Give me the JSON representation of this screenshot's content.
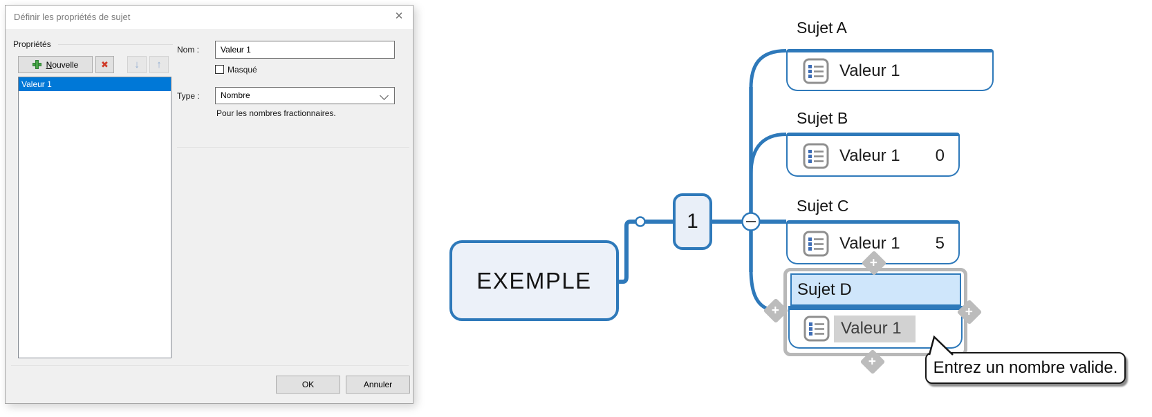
{
  "dialog": {
    "title": "Définir les propriétés de sujet",
    "icons": {
      "close": "×",
      "delete": "✖",
      "move_down": "↓",
      "move_up": "↑"
    },
    "properties_group": {
      "label": "Propriétés",
      "new_button": "Nouvelle",
      "list": [
        "Valeur 1"
      ],
      "selected_index": 0
    },
    "fields": {
      "name_label": "Nom :",
      "name_value": "Valeur 1",
      "hidden_checkbox_label": "Masqué",
      "hidden_checked": false,
      "type_label": "Type :",
      "type_value": "Nombre",
      "type_hint": "Pour les nombres fractionnaires."
    },
    "buttons": {
      "ok": "OK",
      "cancel": "Annuler"
    }
  },
  "map": {
    "central_topic": "EXEMPLE",
    "counter_badge": "1",
    "icons": {
      "plus_handle": "+",
      "property_list_icon": "list-icon"
    },
    "topics": [
      {
        "label": "Sujet A",
        "property": "Valeur 1",
        "value": ""
      },
      {
        "label": "Sujet B",
        "property": "Valeur 1",
        "value": "0"
      },
      {
        "label": "Sujet C",
        "property": "Valeur 1",
        "value": "5"
      },
      {
        "label": "Sujet D",
        "property": "Valeur 1",
        "value": "",
        "editing": true
      }
    ],
    "tooltip": "Entrez un nombre valide.",
    "colors": {
      "branch_blue": "#2e79ba",
      "topic_fill": "#ecf1f9",
      "selection_blue": "#0078d7",
      "edit_fill": "#cfe6fb",
      "frame_gray": "#b8b8b8",
      "value_highlight": "#d2d2d2"
    }
  }
}
